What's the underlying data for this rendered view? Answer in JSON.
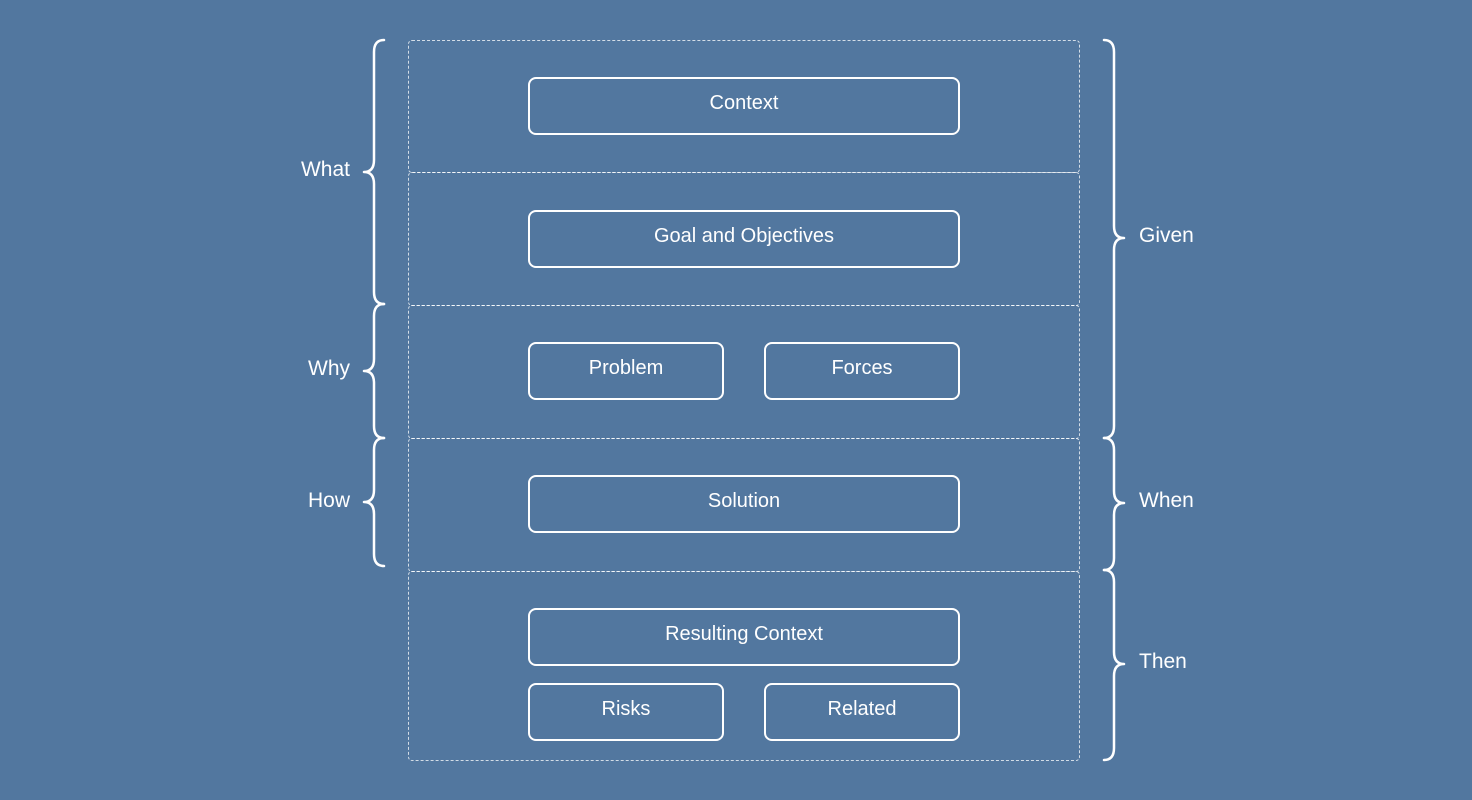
{
  "colors": {
    "background": "#52779f",
    "foreground": "#ffffff"
  },
  "boxes": {
    "context": "Context",
    "goal": "Goal and Objectives",
    "problem": "Problem",
    "forces": "Forces",
    "solution": "Solution",
    "resulting_context": "Resulting Context",
    "risks": "Risks",
    "related": "Related"
  },
  "left_labels": {
    "what": "What",
    "why": "Why",
    "how": "How"
  },
  "right_labels": {
    "given": "Given",
    "when": "When",
    "then": "Then"
  }
}
